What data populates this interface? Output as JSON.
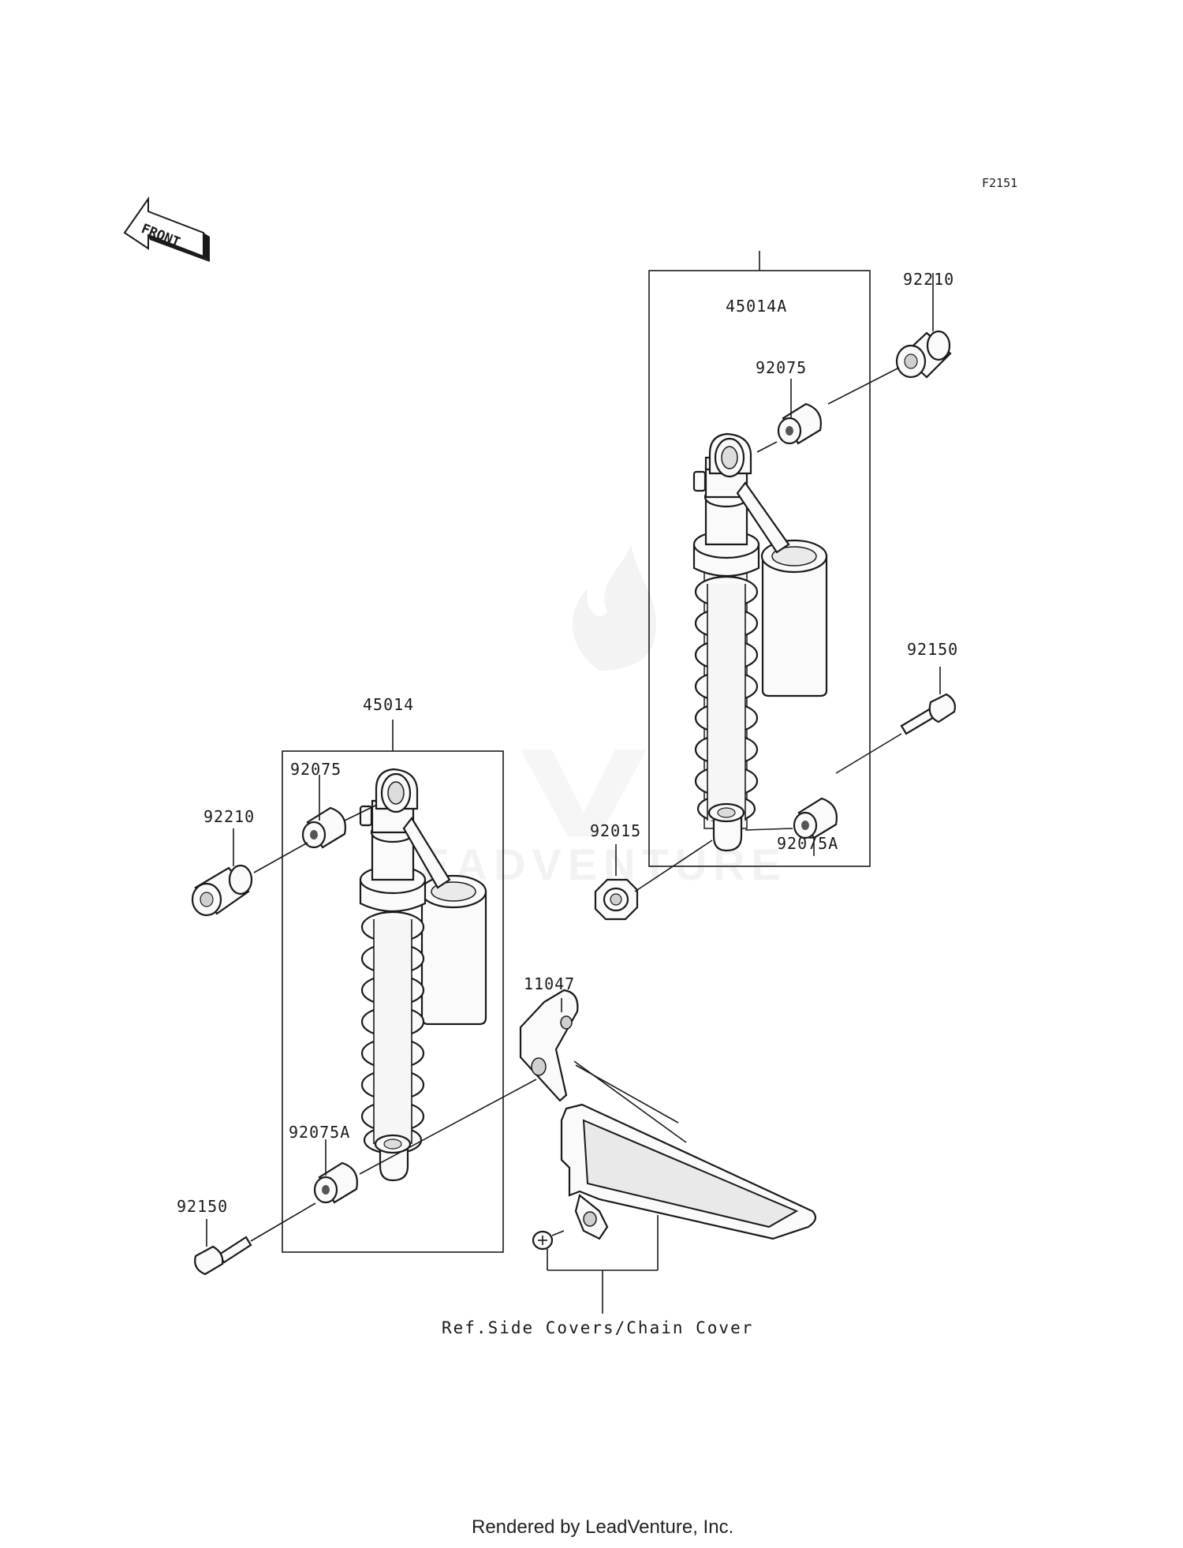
{
  "diagram_code": "F2151",
  "front_label": "FRONT",
  "watermark": "LEADVENTURE",
  "labels": {
    "l45014A": "45014A",
    "l92210_top": "92210",
    "l92075_top": "92075",
    "l92150_right": "92150",
    "l92015": "92015",
    "l92075A_right": "92075A",
    "l45014": "45014",
    "l92075_left": "92075",
    "l92210_left": "92210",
    "l11047": "11047",
    "l92075A_left": "92075A",
    "l92150_left": "92150"
  },
  "reference_note": "Ref.Side Covers/Chain Cover",
  "footer": "Rendered by LeadVenture, Inc."
}
